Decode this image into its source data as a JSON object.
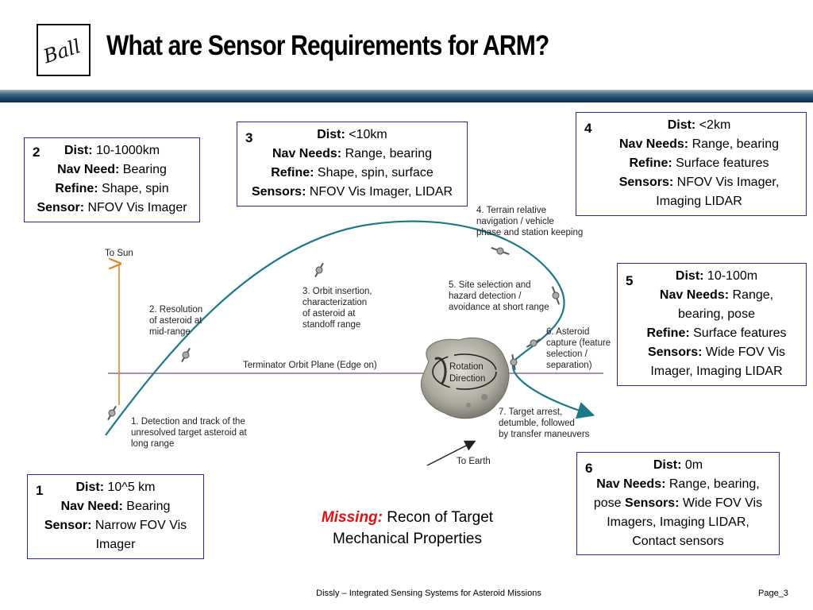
{
  "header": {
    "title": "What are Sensor Requirements for ARM?"
  },
  "logo": {
    "text": "Ball"
  },
  "diagram": {
    "to_sun": "To Sun",
    "to_earth": "To Earth",
    "terminator": "Terminator Orbit Plane (Edge on)",
    "rotation": [
      "Rotation",
      "Direction"
    ],
    "steps": {
      "s1": [
        "1. Detection and track of the",
        "unresolved target asteroid at",
        "long range"
      ],
      "s2": [
        "2. Resolution",
        "of asteroid at",
        "mid-range"
      ],
      "s3": [
        "3. Orbit insertion,",
        "characterization",
        "of asteroid at",
        "standoff range"
      ],
      "s4": [
        "4. Terrain relative",
        "navigation / vehicle",
        "phase and station keeping"
      ],
      "s5": [
        "5. Site selection and",
        "hazard detection /",
        "avoidance at short range"
      ],
      "s6": [
        "6. Asteroid",
        "capture (feature",
        "selection /",
        "separation)"
      ],
      "s7": [
        "7. Target arrest,",
        "detumble, followed",
        "by transfer maneuvers"
      ]
    }
  },
  "boxes": {
    "b1": {
      "num": "1",
      "l1_label": "Dist:",
      "l1_value": " 10^5 km",
      "l2_label": "Nav Need:",
      "l2_value": " Bearing",
      "l3_label": "Sensor:",
      "l3_value": " Narrow FOV Vis Imager"
    },
    "b2": {
      "num": "2",
      "l1_label": "Dist:",
      "l1_value": " 10-1000km",
      "l2_label": "Nav Need:",
      "l2_value": " Bearing",
      "l3_label": "Refine:",
      "l3_value": " Shape, spin",
      "l4_label": "Sensor:",
      "l4_value": " NFOV Vis Imager"
    },
    "b3": {
      "num": "3",
      "l1_label": "Dist:",
      "l1_value": " <10km",
      "l2_label": "Nav Needs:",
      "l2_value": " Range, bearing",
      "l3_label": "Refine:",
      "l3_value": " Shape, spin, surface",
      "l4_label": "Sensors:",
      "l4_value": " NFOV Vis Imager, LIDAR"
    },
    "b4": {
      "num": "4",
      "l1_label": "Dist:",
      "l1_value": " <2km",
      "l2_label": "Nav Needs:",
      "l2_value": " Range, bearing",
      "l3_label": "Refine:",
      "l3_value": " Surface features",
      "l4_label": "Sensors:",
      "l4_value": " NFOV Vis Imager, Imaging LIDAR"
    },
    "b5": {
      "num": "5",
      "l1_label": "Dist:",
      "l1_value": " 10-100m",
      "l2_label": "Nav Needs:",
      "l2_value": " Range, bearing, pose",
      "l3_label": "Refine:",
      "l3_value": " Surface features",
      "l4_label": "Sensors:",
      "l4_value": " Wide FOV Vis Imager, Imaging LIDAR"
    },
    "b6": {
      "num": "6",
      "l1_label": "Dist:",
      "l1_value": " 0m",
      "l2_label": "Nav Needs:",
      "l2_value": " Range, bearing, pose ",
      "l3_label": "Sensors:",
      "l3_value": " Wide FOV Vis Imagers, Imaging LIDAR, Contact sensors"
    }
  },
  "missing": {
    "label": "Missing:",
    "text": " Recon of Target Mechanical Properties"
  },
  "footer": {
    "center": "Dissly – Integrated Sensing Systems for Asteroid Missions",
    "page": "Page_3"
  }
}
